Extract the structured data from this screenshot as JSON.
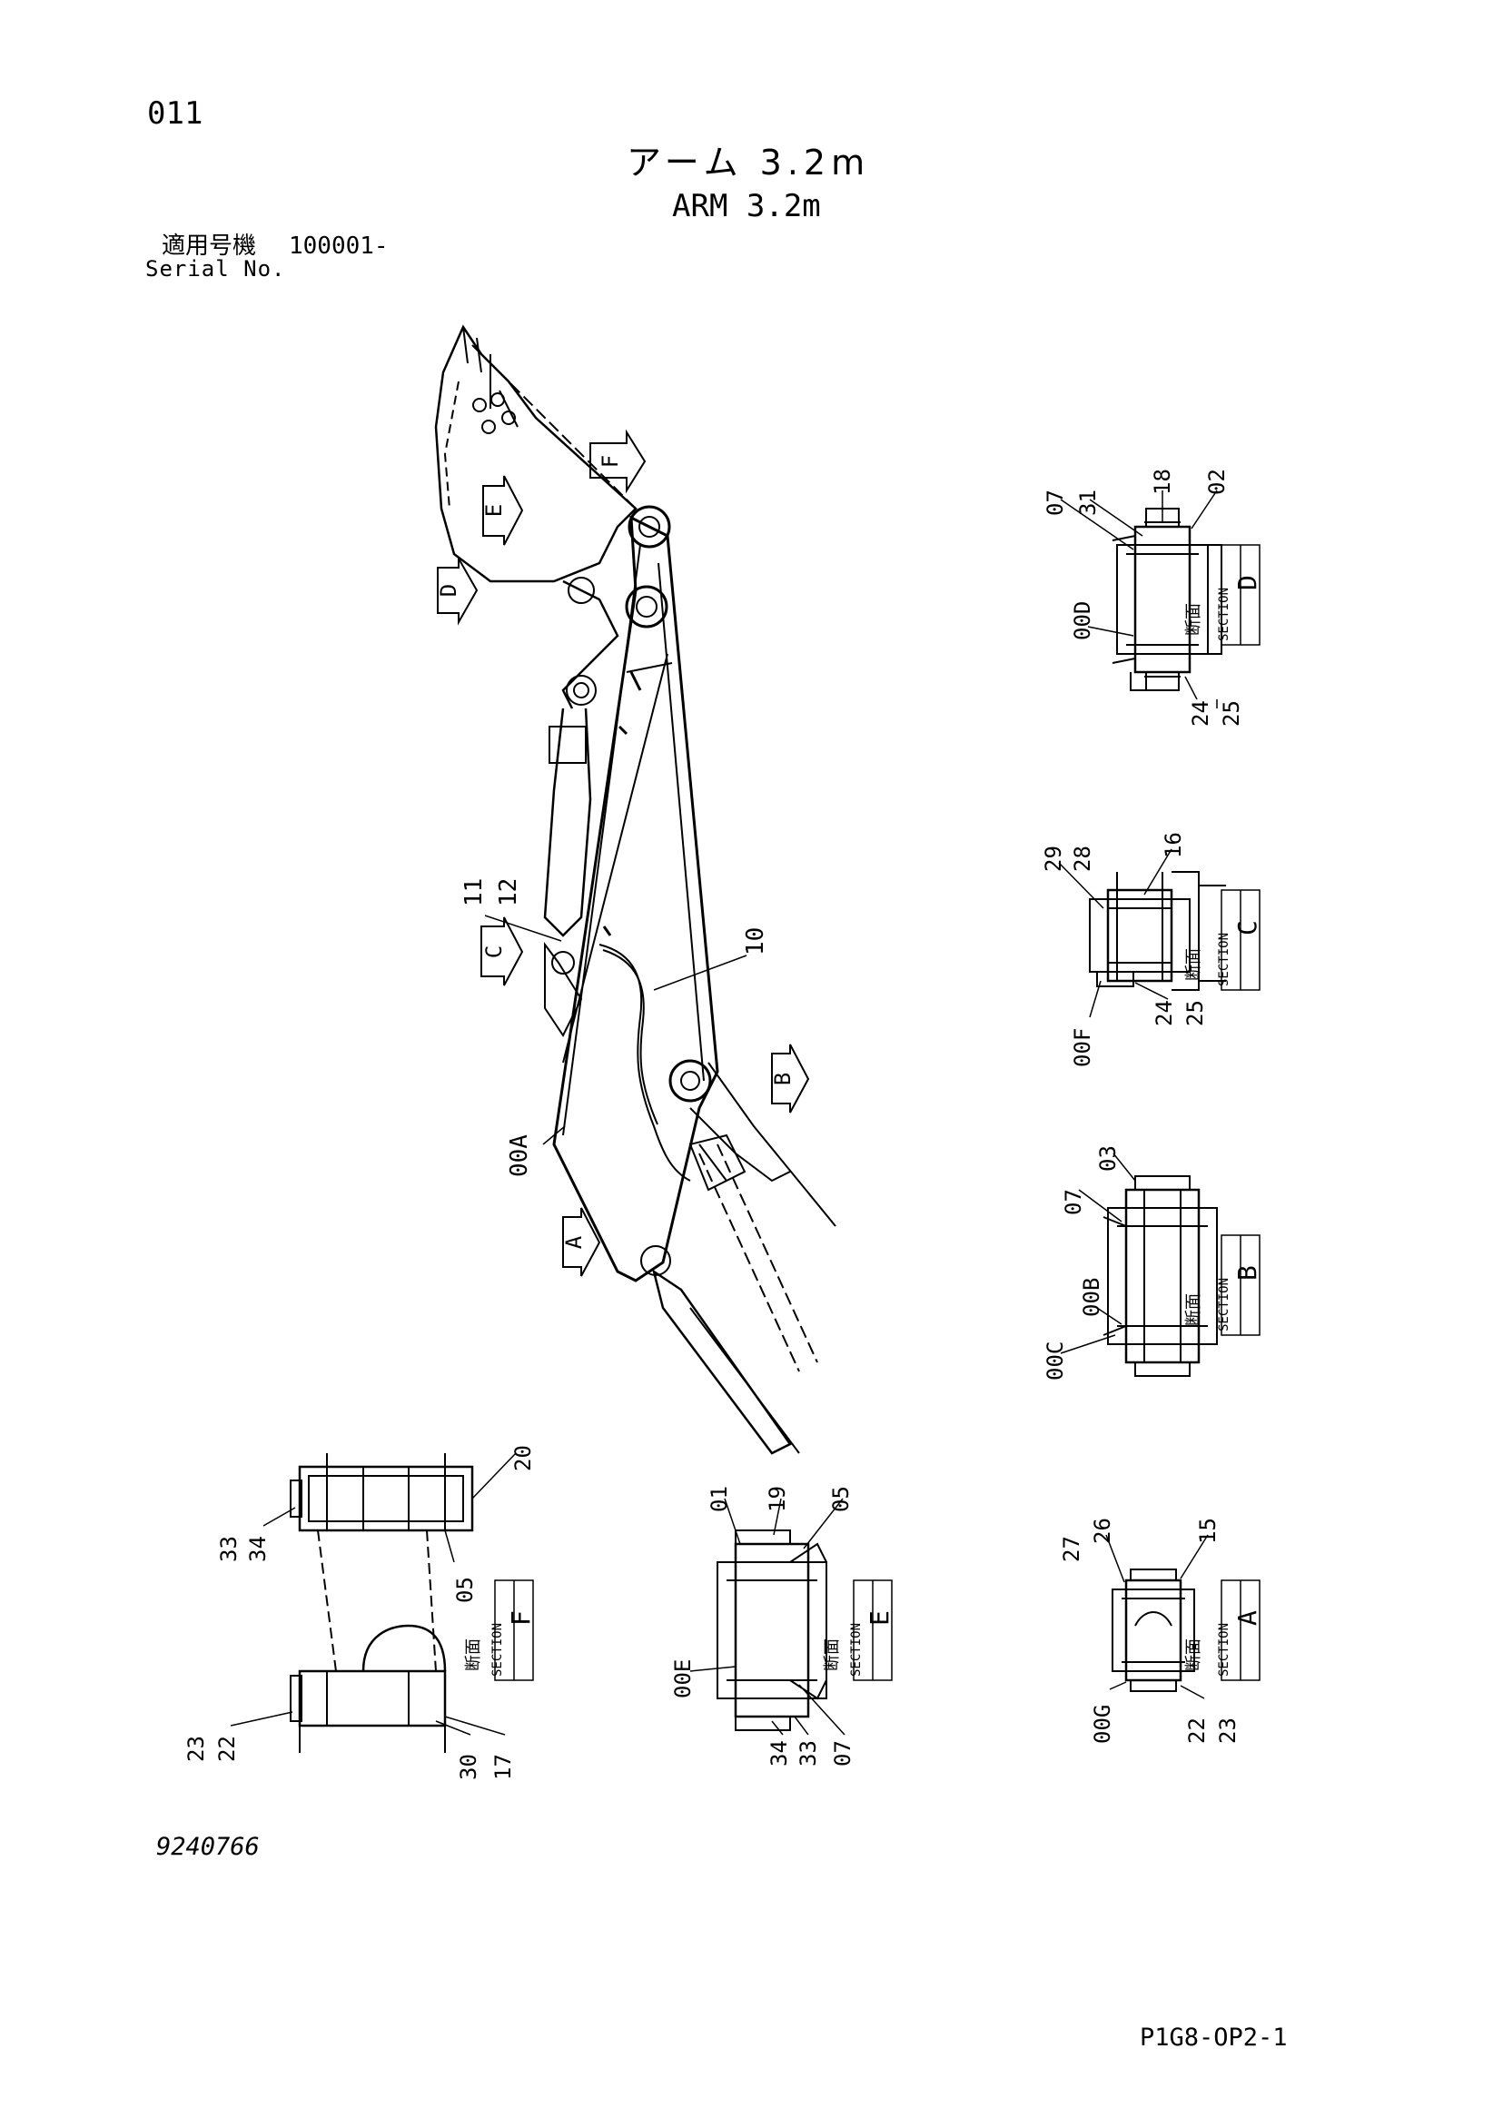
{
  "header": {
    "page_number": "011",
    "title_jp": "アーム 3.2m",
    "title_en": "ARM 3.2m",
    "serial_label_jp": "適用号機",
    "serial_value": "100001-",
    "serial_label_en": "Serial No."
  },
  "footer": {
    "drawing_number": "9240766",
    "page_code": "P1G8-OP2-1"
  },
  "section_tags": {
    "jp": "断面",
    "en": "SECTION"
  },
  "arrows": [
    "A",
    "B",
    "C",
    "D",
    "E",
    "F"
  ],
  "main_view_callouts": [
    "10",
    "11",
    "12",
    "00A"
  ],
  "section_D": {
    "letter": "D",
    "callouts": [
      "07",
      "31",
      "18",
      "02",
      "00D",
      "24",
      "25"
    ]
  },
  "section_C": {
    "letter": "C",
    "callouts": [
      "29",
      "28",
      "16",
      "00F",
      "24",
      "25"
    ]
  },
  "section_B": {
    "letter": "B",
    "callouts": [
      "07",
      "03",
      "00C",
      "00B"
    ]
  },
  "section_A": {
    "letter": "A",
    "callouts": [
      "27",
      "26",
      "15",
      "00G",
      "22",
      "23"
    ]
  },
  "section_E": {
    "letter": "E",
    "callouts": [
      "01",
      "19",
      "05",
      "00E",
      "34",
      "33",
      "07"
    ]
  },
  "section_F": {
    "letter": "F",
    "callouts": [
      "20",
      "33",
      "34",
      "05",
      "23",
      "22",
      "30",
      "17"
    ]
  }
}
